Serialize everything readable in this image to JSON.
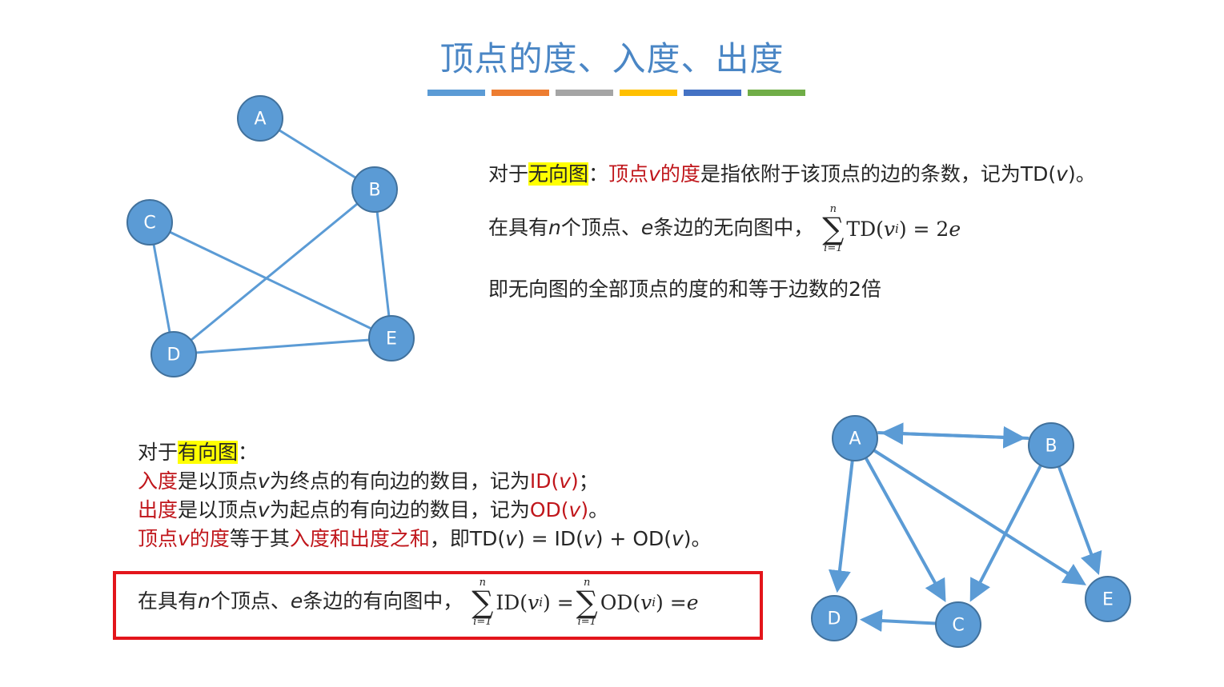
{
  "title": "顶点的度、入度、出度",
  "title_bar_colors": [
    "#5b9bd5",
    "#ed7d31",
    "#a5a5a5",
    "#ffc000",
    "#4472c4",
    "#70ad47"
  ],
  "undirected_graph": {
    "nodes": [
      {
        "label": "A"
      },
      {
        "label": "B"
      },
      {
        "label": "C"
      },
      {
        "label": "D"
      },
      {
        "label": "E"
      }
    ],
    "edges": [
      [
        "A",
        "B"
      ],
      [
        "B",
        "D"
      ],
      [
        "B",
        "E"
      ],
      [
        "C",
        "D"
      ],
      [
        "C",
        "E"
      ],
      [
        "D",
        "E"
      ]
    ]
  },
  "directed_graph": {
    "nodes": [
      {
        "label": "A"
      },
      {
        "label": "B"
      },
      {
        "label": "C"
      },
      {
        "label": "D"
      },
      {
        "label": "E"
      }
    ],
    "edges": [
      [
        "A",
        "B"
      ],
      [
        "B",
        "A"
      ],
      [
        "A",
        "D"
      ],
      [
        "A",
        "C"
      ],
      [
        "A",
        "E"
      ],
      [
        "B",
        "C"
      ],
      [
        "B",
        "E"
      ],
      [
        "C",
        "D"
      ]
    ]
  },
  "undirected": {
    "line1_prefix": "对于",
    "line1_highlight": "无向图",
    "line1_colon": "：",
    "line1_red": "顶点",
    "line1_red_v": "v",
    "line1_red2": "的度",
    "line1_rest": "是指依附于该顶点的边的条数，记为TD(",
    "line1_v": "v",
    "line1_end": ")。",
    "line2_a": "在具有",
    "line2_n": "n",
    "line2_b": "个顶点、",
    "line2_e": "e",
    "line2_c": "条边的无向图中，",
    "formula_upper": "n",
    "formula_lower": "i=1",
    "formula_sigma": "∑",
    "formula_td": "TD(",
    "formula_v": "v",
    "formula_i": "i",
    "formula_end": ") = 2",
    "formula_e": "e",
    "line3": "即无向图的全部顶点的度的和等于边数的2倍"
  },
  "directed": {
    "line1_prefix": "对于",
    "line1_highlight": "有向图",
    "line1_colon": "：",
    "line2_red": "入度",
    "line2_rest": "是以顶点",
    "line2_v": "v",
    "line2_rest2": "为终点的有向边的数目，记为",
    "line2_id": "ID(",
    "line2_id_v": "v",
    "line2_id_end": ")",
    "line2_end": "；",
    "line3_red": "出度",
    "line3_rest": "是以顶点",
    "line3_v": "v",
    "line3_rest2": "为起点的有向边的数目，记为",
    "line3_od": "OD(",
    "line3_od_v": "v",
    "line3_od_end": ")",
    "line3_end": "。",
    "line4_red1": "顶点",
    "line4_red_v": "v",
    "line4_red2": "的度",
    "line4_mid": "等于其",
    "line4_red3": "入度和出度之和",
    "line4_rest": "，即TD(",
    "line4_v1": "v",
    "line4_eq1": ") = ID(",
    "line4_v2": "v",
    "line4_eq2": ") + OD(",
    "line4_v3": "v",
    "line4_end": ")。",
    "box_a": "在具有",
    "box_n": "n",
    "box_b": "个顶点、",
    "box_e": "e",
    "box_c": "条边的有向图中，",
    "f_upper": "n",
    "f_lower": "i=1",
    "f_sigma": "∑",
    "f_id": "ID(",
    "f_v": "v",
    "f_i": "i",
    "f_mid": ") =",
    "f_upper2": "n",
    "f_lower2": "i=1",
    "f_sigma2": "∑",
    "f_od": "OD(",
    "f_v2": "v",
    "f_i2": "i",
    "f_end": ") = ",
    "f_e": "e"
  }
}
